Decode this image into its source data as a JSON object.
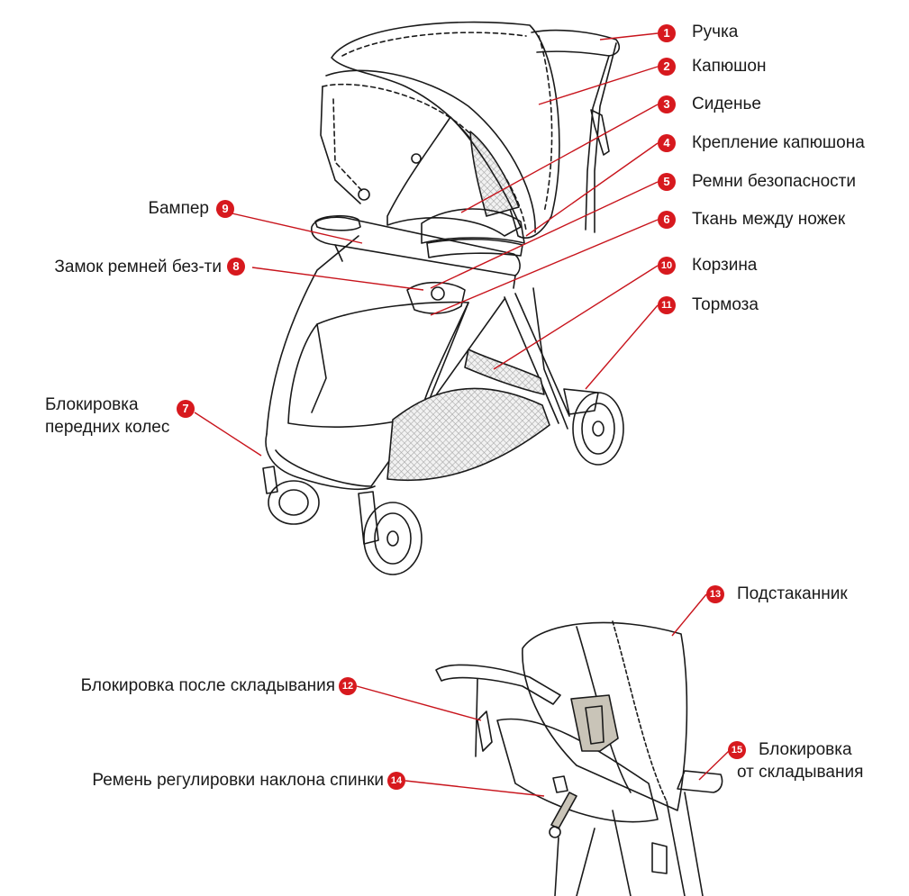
{
  "colors": {
    "badge": "#d7191e",
    "leader": "#c8141c",
    "line": "#1a1a1a",
    "mesh": "#bdbdbd",
    "cup": "#c9c4b8"
  },
  "callouts": [
    {
      "num": "1",
      "label": "Ручка"
    },
    {
      "num": "2",
      "label": "Капюшон"
    },
    {
      "num": "3",
      "label": "Сиденье"
    },
    {
      "num": "4",
      "label": "Крепление капюшона"
    },
    {
      "num": "5",
      "label": "Ремни безопасности"
    },
    {
      "num": "6",
      "label": "Ткань между ножек"
    },
    {
      "num": "7",
      "label_line1": "Блокировка",
      "label_line2": "передних колес"
    },
    {
      "num": "8",
      "label": "Замок ремней без-ти"
    },
    {
      "num": "9",
      "label": "Бампер"
    },
    {
      "num": "10",
      "label": "Корзина"
    },
    {
      "num": "11",
      "label": "Тормоза"
    },
    {
      "num": "12",
      "label": "Блокировка после складывания"
    },
    {
      "num": "13",
      "label": "Подстаканник"
    },
    {
      "num": "14",
      "label": "Ремень регулировки наклона спинки"
    },
    {
      "num": "15",
      "label_line1": "Блокировка",
      "label_line2": "от складывания"
    }
  ]
}
